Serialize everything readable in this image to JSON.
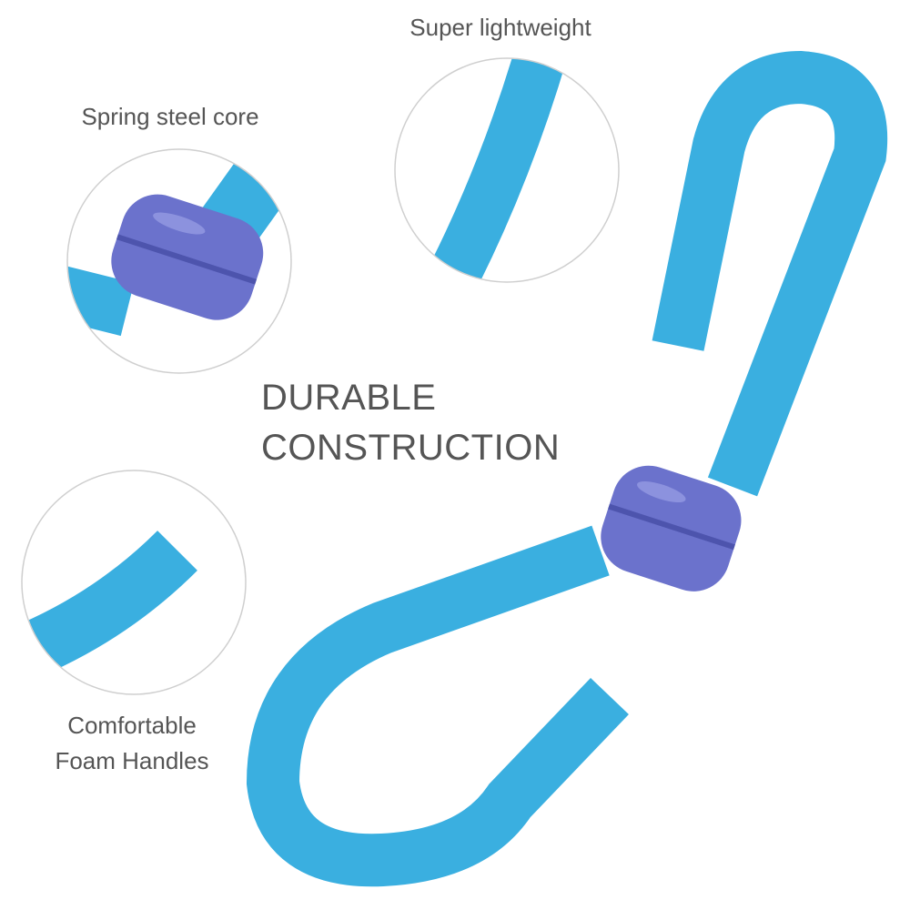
{
  "labels": {
    "super_lightweight": "Super lightweight",
    "spring_steel_core": "Spring steel core",
    "comfortable_line1": "Comfortable",
    "comfortable_line2": "Foam Handles"
  },
  "headline": {
    "line1": "DURABLE",
    "line2": "CONSTRUCTION"
  },
  "colors": {
    "foam": "#3aafe0",
    "foam_dark": "#2a93c4",
    "hinge": "#6b72cc",
    "hinge_dark": "#4d54ad",
    "text": "#555555",
    "circle": "#cfcfcf"
  }
}
